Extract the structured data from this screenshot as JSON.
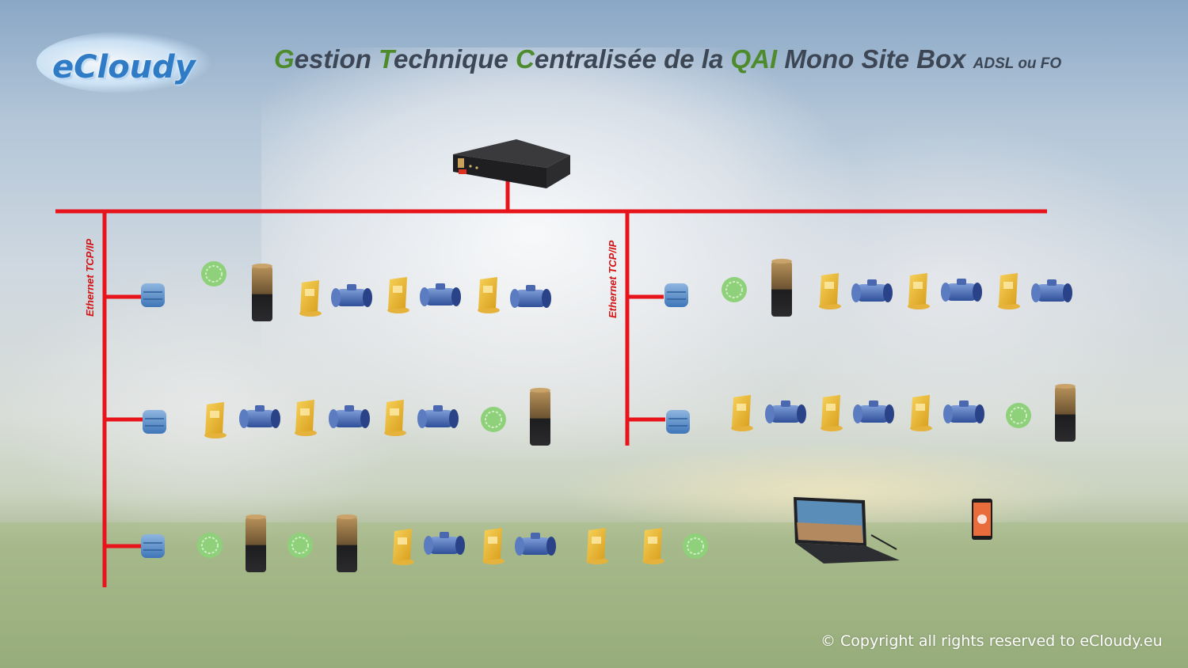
{
  "logo": {
    "text": "eCloudy"
  },
  "title": {
    "parts": [
      {
        "text": "G",
        "accent": true
      },
      {
        "text": "estion ",
        "accent": false
      },
      {
        "text": "T",
        "accent": true
      },
      {
        "text": "echnique ",
        "accent": false
      },
      {
        "text": "C",
        "accent": true
      },
      {
        "text": "entralisée de la ",
        "accent": false
      },
      {
        "text": "QAI",
        "accent": true
      },
      {
        "text": " Mono Site Box ",
        "accent": false
      }
    ],
    "suffix": "ADSL ou FO"
  },
  "network": {
    "left_label": "Ethernet TCP/IP",
    "right_label": "Ethernet TCP/IP"
  },
  "copyright": "© Copyright all rights reserved to eCloudy.eu",
  "colors": {
    "network_line": "#e8141b",
    "title_text": "#3c4654",
    "title_accent": "#4e8b2c",
    "logo": "#2f7bc6"
  },
  "rows": [
    {
      "name": "row-left-1",
      "devices": [
        "gateway-icon",
        "air-sensor-icon",
        "speaker-icon",
        "display-icon",
        "duct-sensor-icon",
        "display-icon",
        "duct-sensor-icon",
        "display-icon",
        "duct-sensor-icon"
      ]
    },
    {
      "name": "row-left-2",
      "devices": [
        "gateway-icon",
        "display-icon",
        "duct-sensor-icon",
        "display-icon",
        "duct-sensor-icon",
        "display-icon",
        "duct-sensor-icon",
        "air-sensor-icon",
        "speaker-icon"
      ]
    },
    {
      "name": "row-left-3",
      "devices": [
        "gateway-icon",
        "air-sensor-icon",
        "speaker-icon",
        "air-sensor-icon",
        "speaker-icon",
        "display-icon",
        "duct-sensor-icon",
        "display-icon",
        "duct-sensor-icon",
        "display-icon",
        "display-icon",
        "air-sensor-icon"
      ]
    },
    {
      "name": "row-right-1",
      "devices": [
        "gateway-icon",
        "air-sensor-icon",
        "speaker-icon",
        "display-icon",
        "duct-sensor-icon",
        "display-icon",
        "duct-sensor-icon",
        "display-icon",
        "duct-sensor-icon"
      ]
    },
    {
      "name": "row-right-2",
      "devices": [
        "gateway-icon",
        "display-icon",
        "duct-sensor-icon",
        "display-icon",
        "duct-sensor-icon",
        "display-icon",
        "duct-sensor-icon",
        "air-sensor-icon",
        "speaker-icon"
      ]
    }
  ],
  "clients": [
    "tablet-icon",
    "smartphone-icon"
  ],
  "router": "router-box-icon"
}
